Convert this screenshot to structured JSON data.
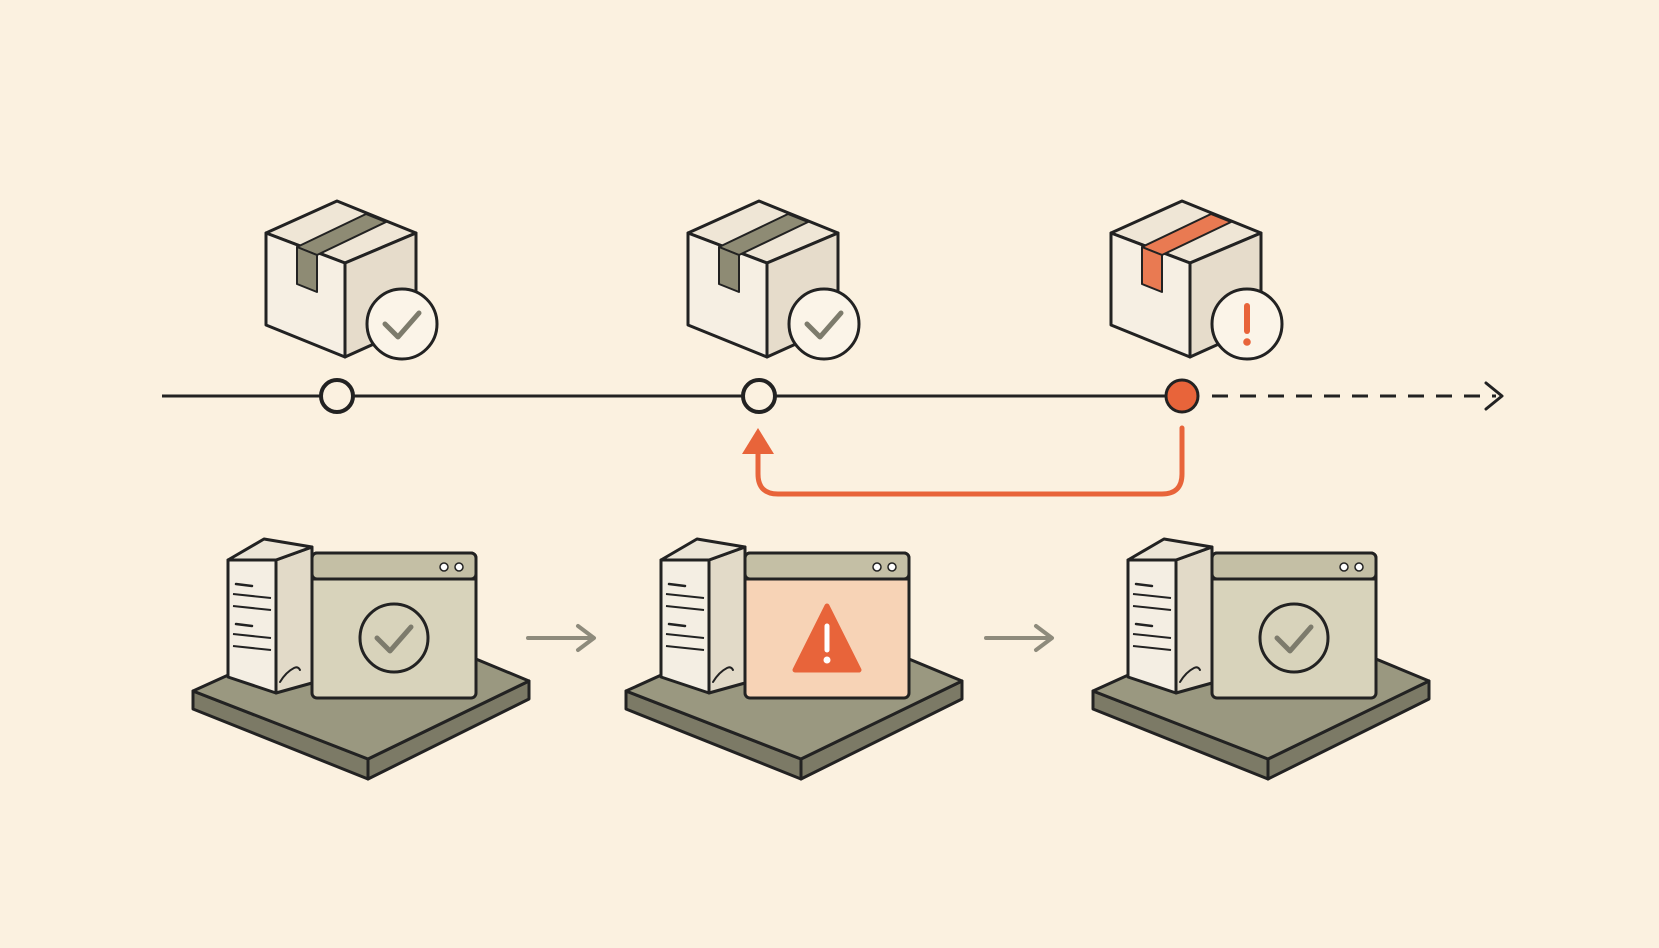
{
  "colors": {
    "background": "#fbf1e0",
    "ink": "#222222",
    "box_face_light": "#f6efe3",
    "box_face_mid": "#efe6d6",
    "box_face_dark": "#e6dccb",
    "tape_ok": "#8e8b74",
    "tape_bad": "#e97a52",
    "accent_orange": "#e8643a",
    "platform_top": "#9a9880",
    "platform_side": "#7c7a66",
    "window_ok": "#d8d3bb",
    "window_titlebar": "#c4bfa5",
    "window_warn": "#f7d3b6",
    "check_gray": "#7d7b6c",
    "arrow_gray": "#8e8b7c"
  },
  "timeline": {
    "versions": [
      {
        "status": "ok",
        "badge_icon": "checkmark-icon"
      },
      {
        "status": "ok",
        "badge_icon": "checkmark-icon"
      },
      {
        "status": "failed",
        "badge_icon": "exclamation-icon"
      }
    ],
    "rollback_target_index": 1,
    "continues_forward": true
  },
  "environments": [
    {
      "state": "healthy",
      "status_icon": "checkmark-icon"
    },
    {
      "state": "warning",
      "status_icon": "warning-triangle-icon"
    },
    {
      "state": "healthy",
      "status_icon": "checkmark-icon"
    }
  ]
}
